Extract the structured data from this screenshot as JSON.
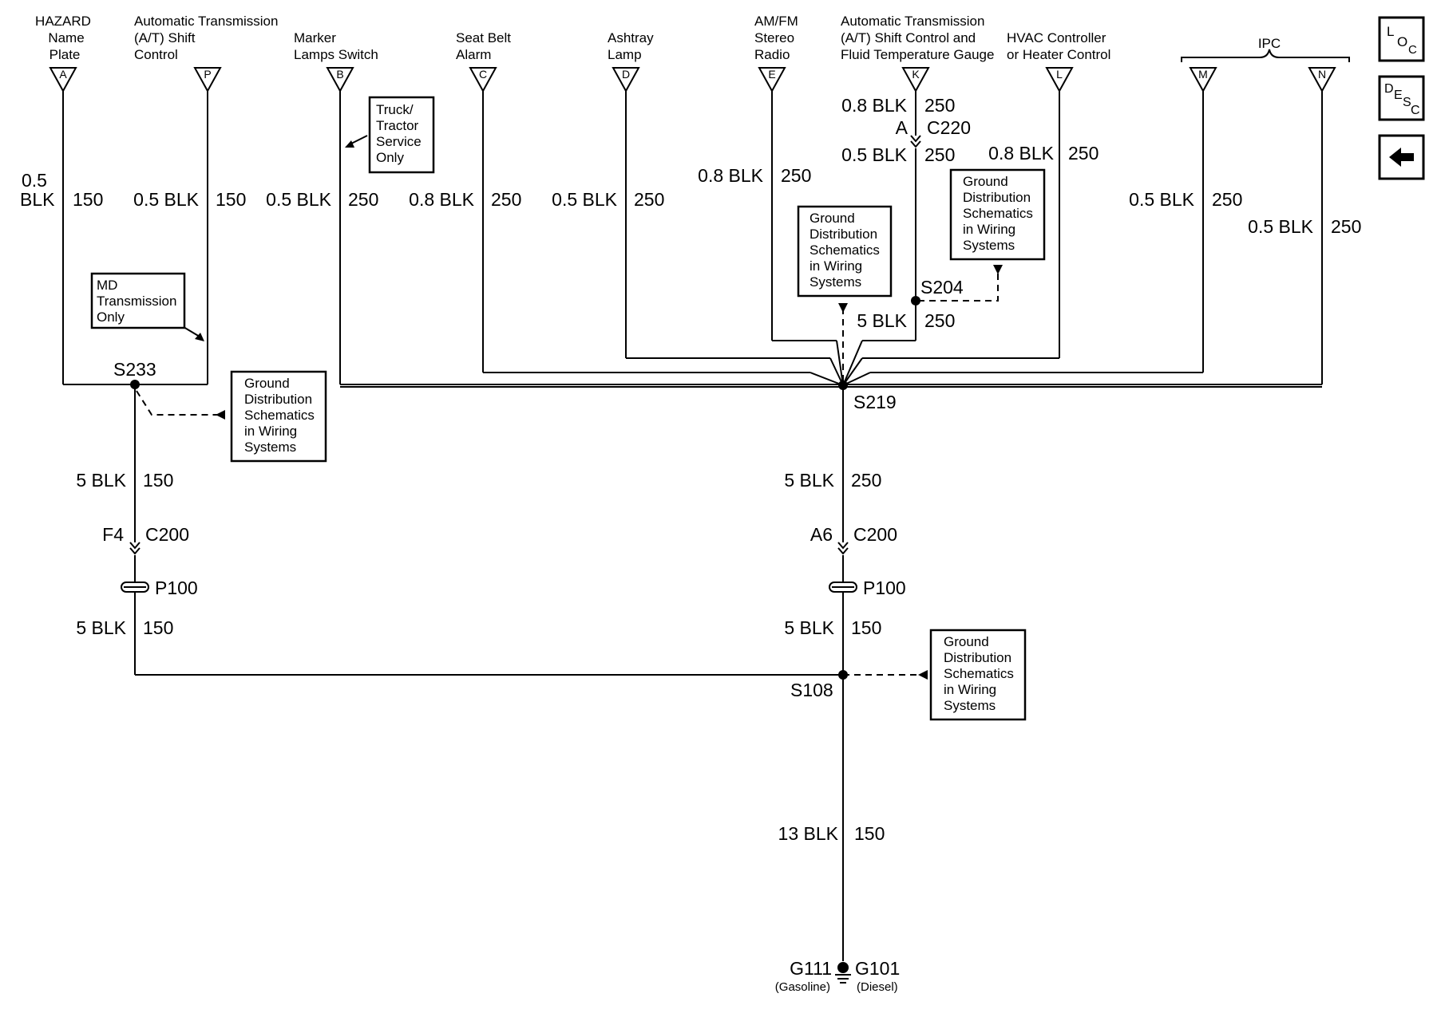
{
  "connectors": [
    {
      "id": "A",
      "label": [
        "HAZARD",
        "Name",
        "Plate"
      ]
    },
    {
      "id": "P",
      "label": [
        "Automatic Transmission",
        "(A/T) Shift",
        "Control"
      ]
    },
    {
      "id": "B",
      "label": [
        "Marker",
        "Lamps Switch"
      ]
    },
    {
      "id": "C",
      "label": [
        "Seat Belt",
        "Alarm"
      ]
    },
    {
      "id": "D",
      "label": [
        "Ashtray",
        "Lamp"
      ]
    },
    {
      "id": "E",
      "label": [
        "AM/FM",
        "Stereo",
        "Radio"
      ]
    },
    {
      "id": "K",
      "label": [
        "Automatic Transmission",
        "(A/T) Shift Control and",
        "Fluid Temperature Gauge"
      ]
    },
    {
      "id": "L",
      "label": [
        "HVAC Controller",
        "or Heater Control"
      ]
    },
    {
      "id": "M",
      "label": []
    },
    {
      "id": "N",
      "label": []
    }
  ],
  "ipc_label": "IPC",
  "wires": {
    "a_size_1": "0.5",
    "a_size_2": "BLK",
    "a_circuit": "150",
    "p_size": "0.5 BLK",
    "p_circuit": "150",
    "b_size": "0.5 BLK",
    "b_circuit": "250",
    "c_size": "0.8 BLK",
    "c_circuit": "250",
    "d_size": "0.5 BLK",
    "d_circuit": "250",
    "e_size": "0.8 BLK",
    "e_circuit": "250",
    "k_top_size": "0.8 BLK",
    "k_top_circuit": "250",
    "k_bot_size": "0.5 BLK",
    "k_bot_circuit": "250",
    "l_size": "0.8 BLK",
    "l_circuit": "250",
    "m_size": "0.5 BLK",
    "m_circuit": "250",
    "n_size": "0.5 BLK",
    "n_circuit": "250",
    "s204_size": "5 BLK",
    "s204_circuit": "250",
    "s233_down_size": "5 BLK",
    "s233_down_circuit": "150",
    "s219_down_size": "5 BLK",
    "s219_down_circuit": "250",
    "left_p100_size": "5 BLK",
    "left_p100_circuit": "150",
    "right_p100_size": "5 BLK",
    "right_p100_circuit": "150",
    "ground_size": "13 BLK",
    "ground_circuit": "150"
  },
  "inline_connectors": {
    "c220_pin": "A",
    "c220": "C220",
    "left_c200_pin": "F4",
    "left_c200": "C200",
    "right_c200_pin": "A6",
    "right_c200": "C200",
    "p100_left": "P100",
    "p100_right": "P100"
  },
  "splices": {
    "s233": "S233",
    "s219": "S219",
    "s204": "S204",
    "s108": "S108"
  },
  "grounds": {
    "g111": "G111",
    "g111_note": "(Gasoline)",
    "g101": "G101",
    "g101_note": "(Diesel)"
  },
  "notes": {
    "md_transmission": [
      "MD",
      "Transmission",
      "Only"
    ],
    "truck_tractor": [
      "Truck/",
      "Tractor",
      "Service",
      "Only"
    ],
    "ground_dist": [
      "Ground",
      "Distribution",
      "Schematics",
      "in Wiring",
      "Systems"
    ]
  },
  "nav": {
    "loc_1": "L",
    "loc_2": "O",
    "loc_3": "C",
    "desc_1": "D",
    "desc_2": "E",
    "desc_3": "S",
    "desc_4": "C",
    "back_icon": "left-arrow"
  }
}
